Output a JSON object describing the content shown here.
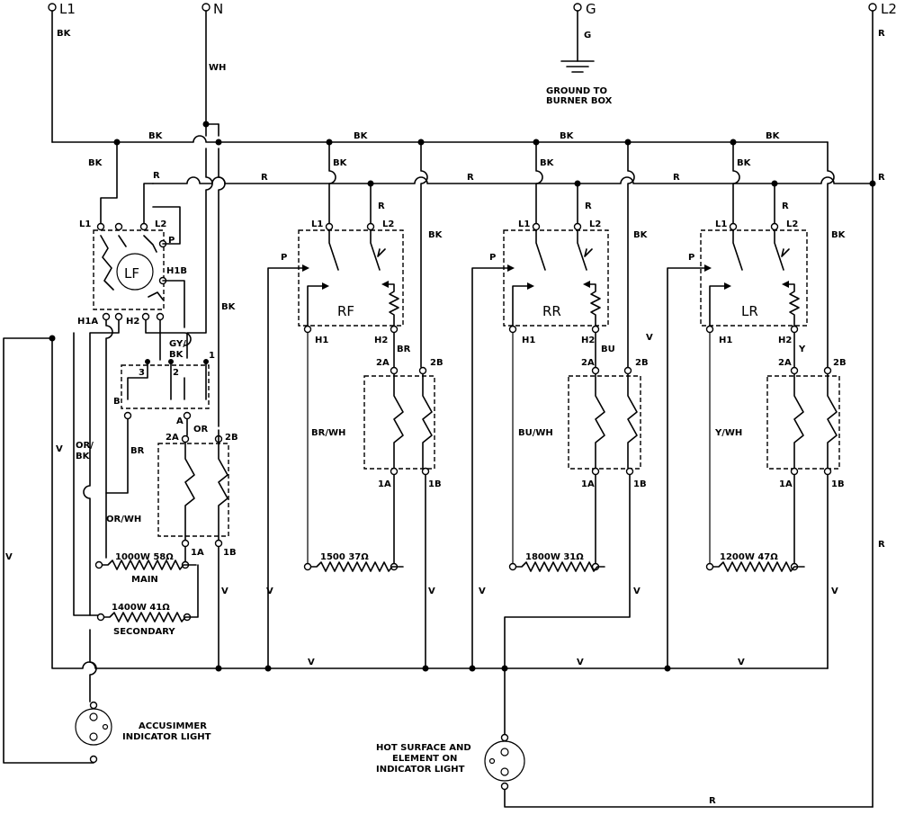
{
  "terminals": {
    "l1": "L1",
    "n": "N",
    "g": "G",
    "l2": "L2"
  },
  "wires": {
    "bk": "BK",
    "wh": "WH",
    "g": "G",
    "r": "R",
    "v": "V",
    "or": "OR",
    "br": "BR",
    "bu": "BU",
    "y": "Y",
    "gy_bk_1": "GY/",
    "gy_bk_2": "BK",
    "or_bk_1": "OR/",
    "or_bk_2": "BK",
    "or_wh": "OR/WH",
    "br_wh": "BR/WH",
    "bu_wh": "BU/WH",
    "y_wh": "Y/WH"
  },
  "ground": {
    "line1": "GROUND TO",
    "line2": "BURNER BOX"
  },
  "switch_terminals": {
    "l1": "L1",
    "l2": "L2",
    "p": "P",
    "h1": "H1",
    "h2": "H2",
    "h1a": "H1A",
    "h1b": "H1B",
    "t2a": "2A",
    "t2b": "2B",
    "t1a": "1A",
    "t1b": "1B",
    "a": "A",
    "b": "B",
    "t1": "1",
    "t2": "2",
    "t3": "3"
  },
  "burners": {
    "lf": "LF",
    "rf": "RF",
    "rr": "RR",
    "lr": "LR"
  },
  "elements": {
    "lf_main": "1000W 58Ω",
    "lf_main_name": "MAIN",
    "lf_secondary": "1400W 41Ω",
    "lf_secondary_name": "SECONDARY",
    "rf": "1500 37Ω",
    "rr": "1800W 31Ω",
    "lr": "1200W 47Ω"
  },
  "lights": {
    "accusimmer_1": "ACCUSIMMER",
    "accusimmer_2": "INDICATOR LIGHT",
    "hot_1": "HOT SURFACE AND",
    "hot_2": "ELEMENT ON",
    "hot_3": "INDICATOR LIGHT"
  }
}
